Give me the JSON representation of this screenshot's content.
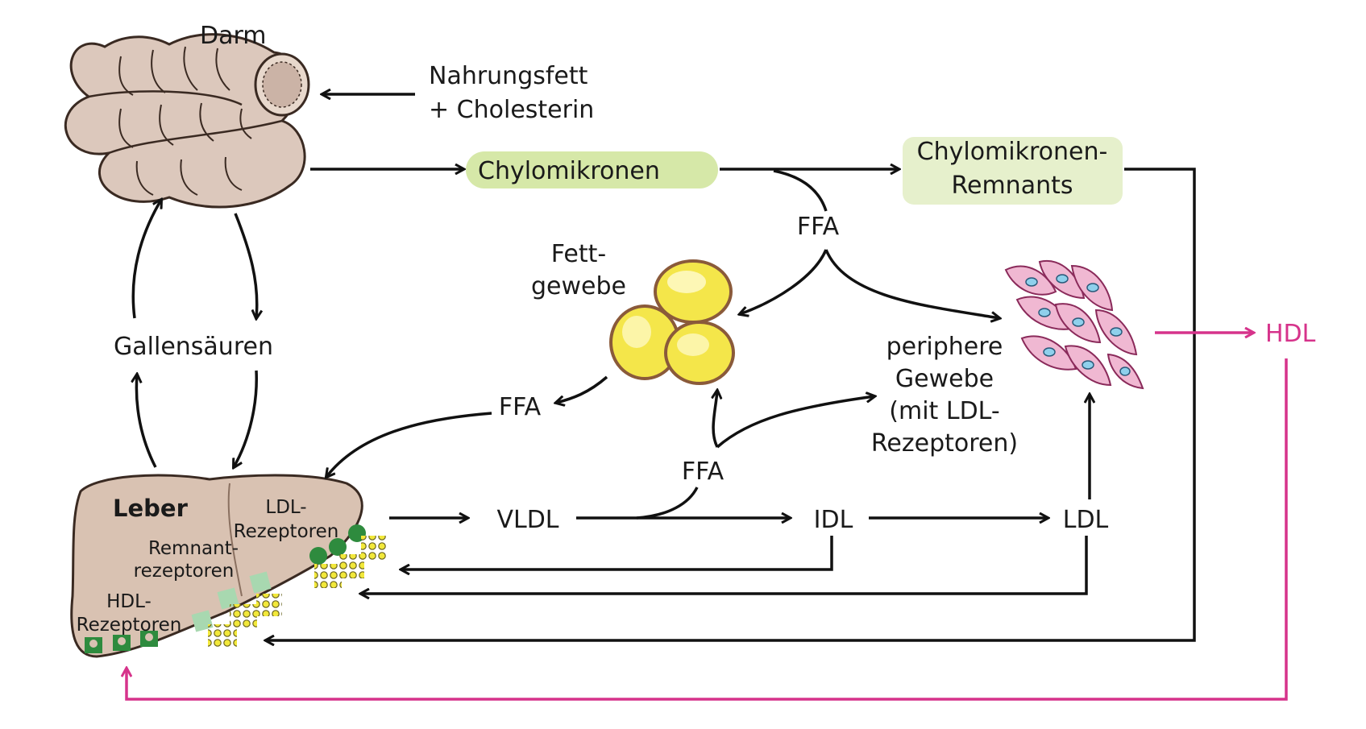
{
  "labels": {
    "darm": "Darm",
    "nahrung_1": "Nahrungsfett",
    "nahrung_2": "+ Cholesterin",
    "chylomikronen": "Chylomikronen",
    "remnants_1": "Chylomikronen-",
    "remnants_2": "Remnants",
    "ffa_top": "FFA",
    "fett_1": "Fett-",
    "fett_2": "gewebe",
    "gallensaeuren": "Gallensäuren",
    "ffa_left": "FFA",
    "ffa_mid": "FFA",
    "peripher_1": "periphere",
    "peripher_2": "Gewebe",
    "peripher_3": "(mit LDL-",
    "peripher_4": "Rezeptoren)",
    "hdl_right": "HDL",
    "leber": "Leber",
    "ldl_rez_1": "LDL-",
    "ldl_rez_2": "Rezeptoren",
    "remnant_rez_1": "Remnant-",
    "remnant_rez_2": "rezeptoren",
    "hdl_rez_1": "HDL-",
    "hdl_rez_2": "Rezeptoren",
    "vldl": "VLDL",
    "idl": "IDL",
    "ldl": "LDL"
  },
  "colors": {
    "box_fill": "#d6e8a8",
    "remnant_box_fill": "#e6f0cc",
    "hdl_pink": "#d6338b",
    "liver_fill": "#d9c2b2",
    "receptor_green": "#2e8b3e",
    "remnant_receptor": "#a8d8b0",
    "lipoprotein_yellow": "#f2e83a",
    "fat_cell_yellow": "#f4e64a",
    "tissue_pink": "#f0b8d2",
    "tissue_nucleus": "#8fd0ec",
    "intestine_fill": "#dcc8bc"
  },
  "icons": [
    "intestine-icon",
    "liver-icon",
    "fat-tissue-icon",
    "peripheral-tissue-icon"
  ]
}
